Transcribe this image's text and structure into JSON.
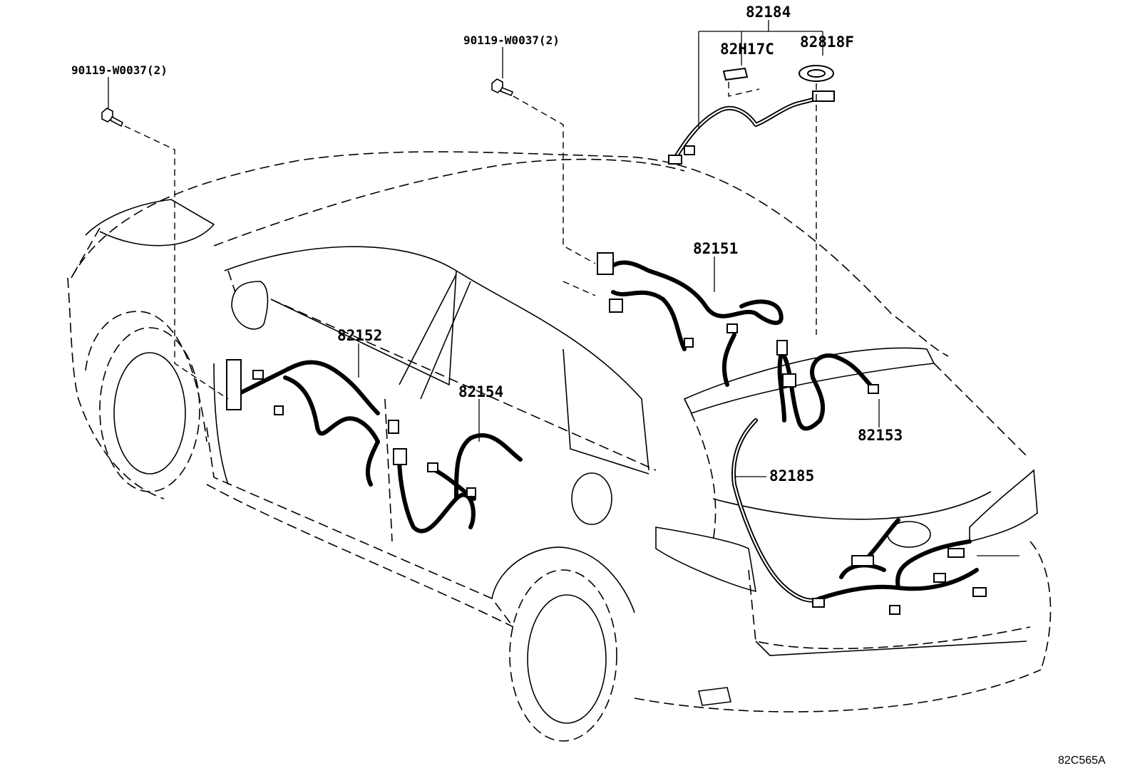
{
  "diagram": {
    "labels": {
      "bolt_left": "90119-W0037(2)",
      "bolt_center": "90119-W0037(2)",
      "p82184": "82184",
      "p82H17C": "82H17C",
      "p82818F": "82818F",
      "p82151": "82151",
      "p82152": "82152",
      "p82154": "82154",
      "p82153": "82153",
      "p82185": "82185"
    },
    "figure_code": "82C565A"
  }
}
